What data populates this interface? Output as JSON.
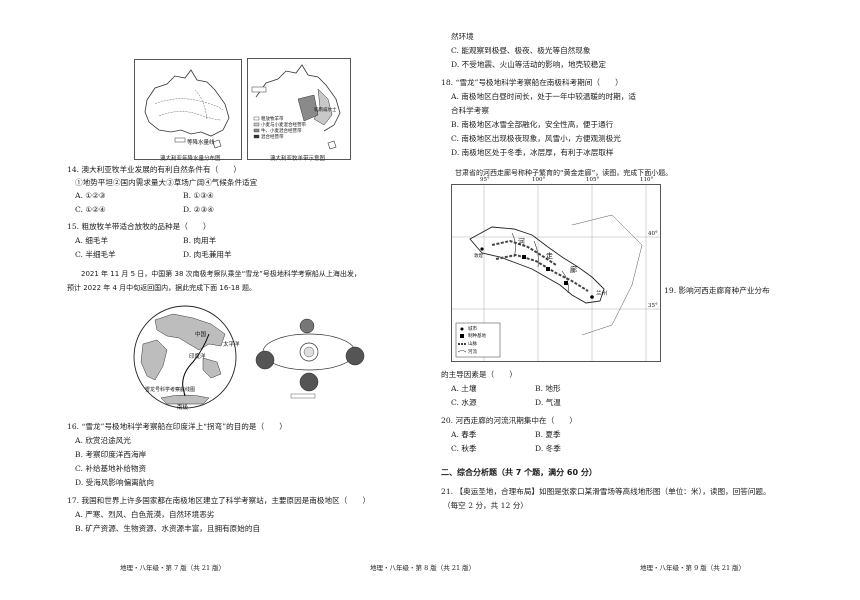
{
  "fig_australia": {
    "left_caption": "澳大利亚年降水量分布图",
    "right_caption": "澳大利亚牧羊带示意图",
    "left_legend": "等降水量线",
    "right_legend": [
      "粗放牧羊带",
      "小麦与小麦混合经营带",
      "牛、小麦混合经营带",
      "混合经营带"
    ],
    "right_label": "新南威尔士"
  },
  "q14": {
    "stem": "14. 澳大利亚牧羊业发展的有利自然条件有（　　）",
    "conds": "①地势平坦②国内需求量大③草场广阔④气候条件适宜",
    "A": "A. ①②③",
    "B": "B. ①③④",
    "C": "C. ①②④",
    "D": "D. ②③④"
  },
  "q15": {
    "stem": "15. 粗放牧羊带适合放牧的品种是（　　）",
    "A": "A. 细毛羊",
    "B": "B. 肉用羊",
    "C": "C. 半细毛羊",
    "D": "D. 肉毛兼用羊"
  },
  "intro16": {
    "line1": "2021 年 11 月 5 日，中国第 38 次南极考察队乘坐“雪龙”号极地科学考察船从上海出发，",
    "line2": "预计 2022 年 4 月中旬返回国内，据此完成下面 16-18 题。"
  },
  "fig_globe": {
    "labels": [
      "中国",
      "印度洋",
      "南极",
      "太平洋"
    ],
    "route_caption": "雪龙号科学考察航线图"
  },
  "q16": {
    "stem": "16. “雪龙”号极地科学考察船在印度洋上“拐弯”的目的是（　　）",
    "A": "A. 欣赏沿途风光",
    "B": "B. 考察印度洋西海岸",
    "C": "C. 补给基地补给物资",
    "D": "D. 受海风影响偏离航向"
  },
  "q17": {
    "stem": "17. 我国和世界上许多国家都在南极地区建立了科学考察站，主要原因是南极地区（　　）",
    "A": "A. 严寒、烈风、白色荒漠，自然环境恶劣",
    "B1": "B. 矿产资源、生物资源、水资源丰富，且拥有原始的自",
    "B2": "然环境",
    "C": "C. 能观察到极昼、极夜、极光等自然现象",
    "D": "D. 不受地震、火山等活动的影响，地壳较稳定"
  },
  "q18": {
    "stem": "18. “雪龙”号极地科学考察船在南极科考期间（　　）",
    "A1": "A. 南极地区白昼时间长，处于一年中较温暖的时期，适",
    "A2": "合科学考察",
    "B": "B. 南极地区冰雪全部融化，安全性高，便于通行",
    "C": "C. 南极地区出现极夜现象，风雪小，方便观测极光",
    "D": "D. 南极地区处于冬季，冰层厚，有利于冰层取样"
  },
  "intro19": "甘肃省的河西走廊号称种子繁育的“黄金走廊”，读图，完成下面小题。",
  "fig_hexi": {
    "lon_labels": [
      "95°",
      "100°",
      "105°",
      "110°"
    ],
    "lat_labels": [
      "40°",
      "35°"
    ],
    "place_labels": [
      "河",
      "走",
      "廊",
      "兰州",
      "敦煌"
    ],
    "legend": [
      "城市",
      "制种基地",
      "山脉",
      "河流"
    ]
  },
  "q19": {
    "stem1": "19. 影响河西走廊育种产业分布",
    "stem2": "的主导因素是（　　）",
    "A": "A. 土壤",
    "B": "B. 地形",
    "C": "C. 水源",
    "D": "D. 气温"
  },
  "q20": {
    "stem": "20. 河西走廊的河流汛期集中在（　　）",
    "A": "A. 春季",
    "B": "B. 夏季",
    "C": "C. 秋季",
    "D": "D. 冬季"
  },
  "section2": "二、综合分析题（共 7 个题，满分 60 分）",
  "q21": {
    "line1": "21. 【奥运圣地，合理布局】如图是张家口某滑雪场等高线地形图（单位：米），读图，回答问题。",
    "line2": "（每空 2 分，共 12 分）"
  },
  "footers": [
    "地理・八年级・第 7 版（共 21 版）",
    "地理・八年级・第 8 版（共 21 版）",
    "地理・八年级・第 9 版（共 21 版）"
  ]
}
